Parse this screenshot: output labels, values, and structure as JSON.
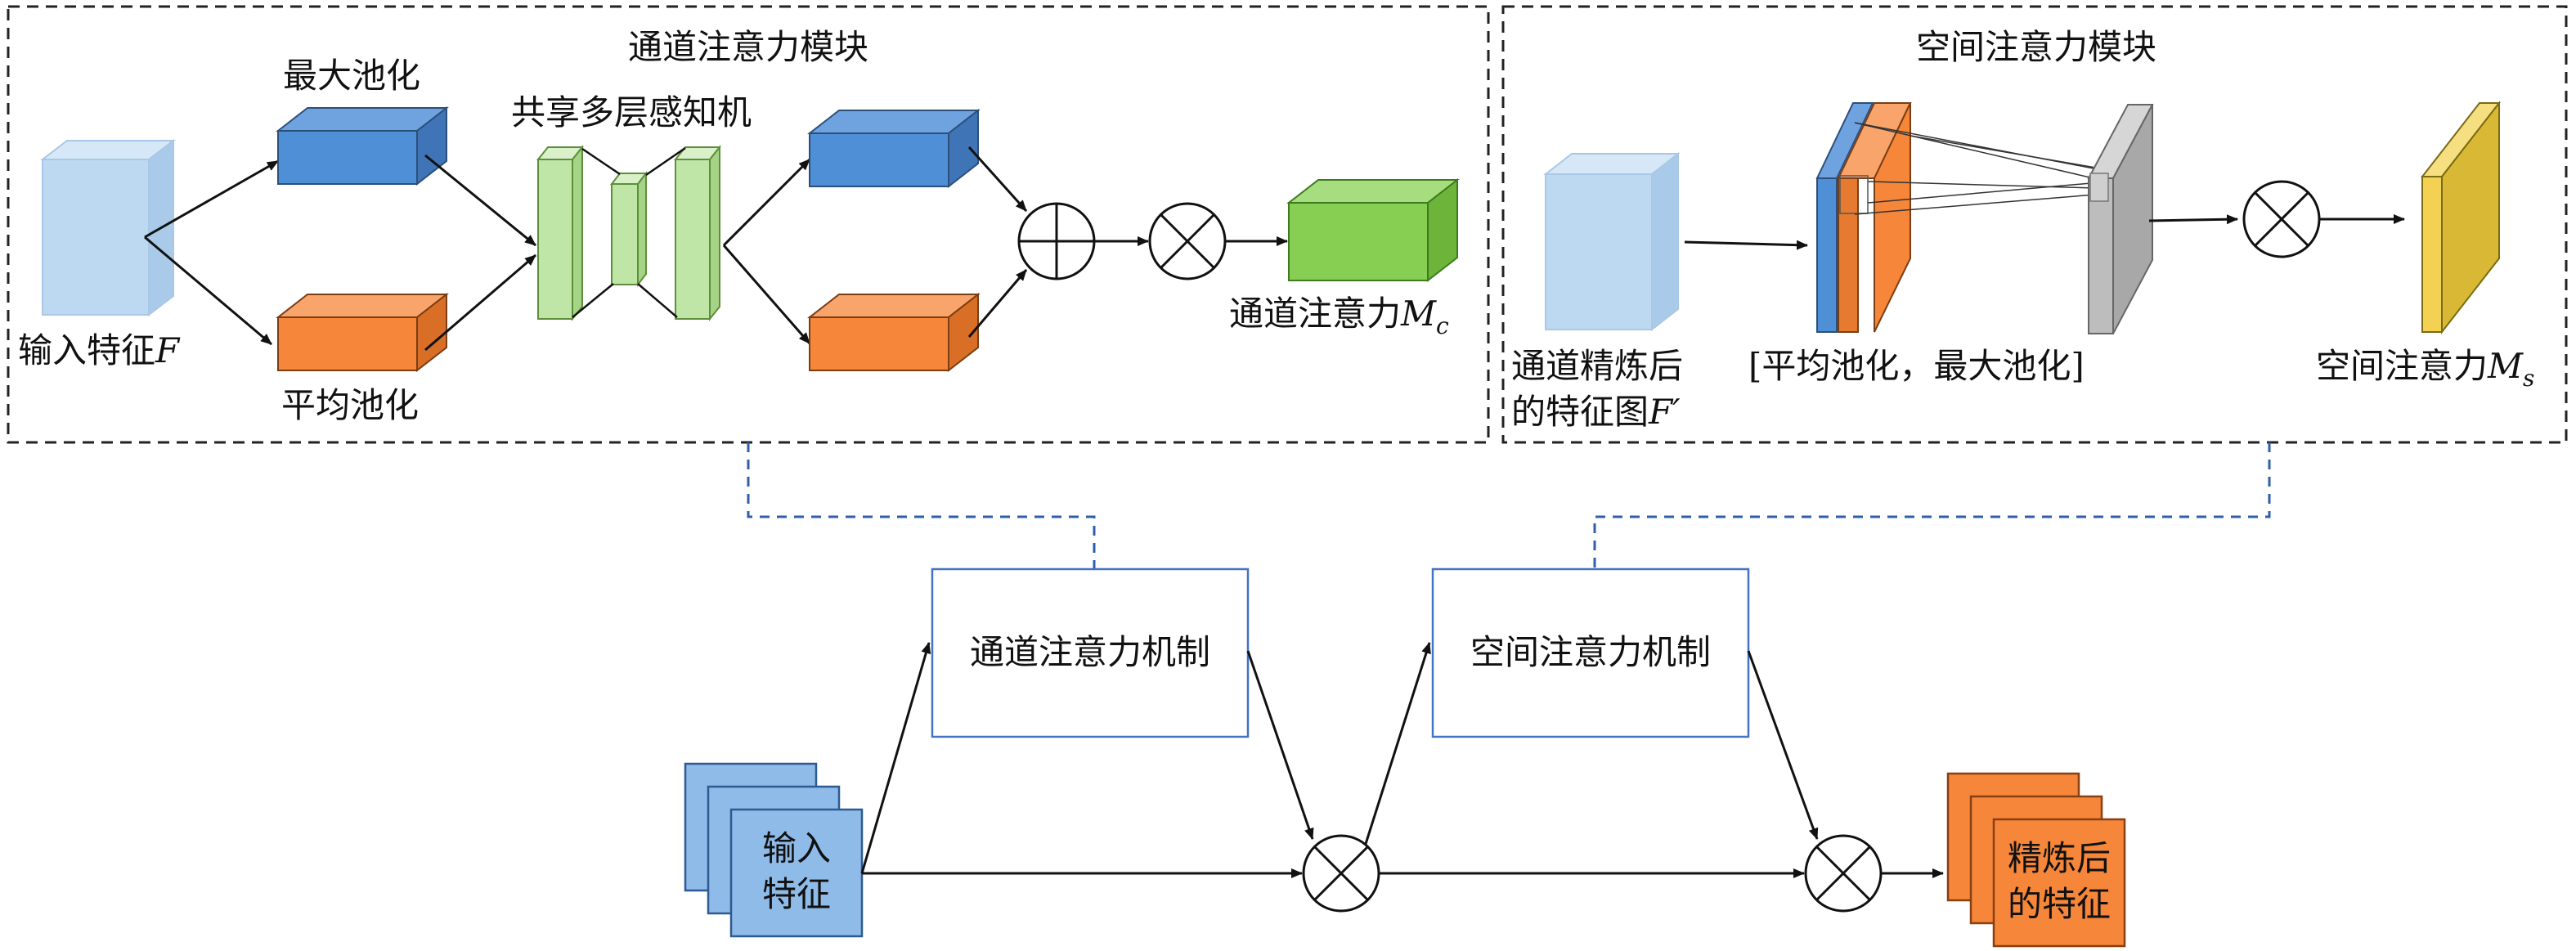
{
  "channel_module": {
    "title": "通道注意力模块",
    "input_label": "输入特征",
    "input_symbol": "F",
    "max_pool": "最大池化",
    "avg_pool": "平均池化",
    "shared_mlp": "共享多层感知机",
    "output_label": "通道注意力",
    "output_symbol": "M",
    "output_sub": "c"
  },
  "spatial_module": {
    "title": "空间注意力模块",
    "input_label_line1": "通道精炼后",
    "input_label_line2": "的特征图",
    "input_symbol": "F′",
    "pool_label": "[平均池化，最大池化]",
    "output_label": "空间注意力",
    "output_symbol": "M",
    "output_sub": "s"
  },
  "pipeline": {
    "input_line1": "输入",
    "input_line2": "特征",
    "channel_box": "通道注意力机制",
    "spatial_box": "空间注意力机制",
    "output_line1": "精炼后",
    "output_line2": "的特征"
  },
  "colors": {
    "light_blue": "#bcd9f1",
    "blue": "#4f8fd6",
    "orange": "#f5863a",
    "green_mlp": "#bfe6a6",
    "green_out": "#86cf52",
    "gray": "#bdbdbd",
    "yellow": "#f2d153",
    "dashed_blue": "#2f5fa8",
    "box_border": "#4472c4"
  }
}
